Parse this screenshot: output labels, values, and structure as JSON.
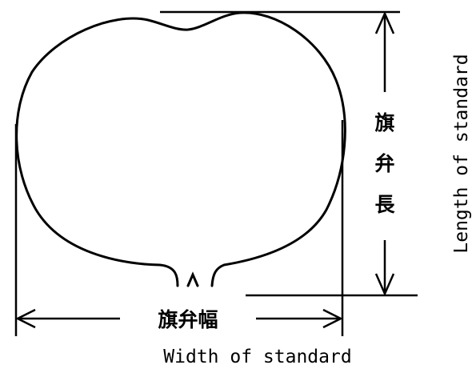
{
  "labels": {
    "length_jp": [
      "旗",
      "弁",
      "長"
    ],
    "width_jp": "旗弁幅",
    "length_en": "Length of standard",
    "width_en": "Width of standard"
  }
}
